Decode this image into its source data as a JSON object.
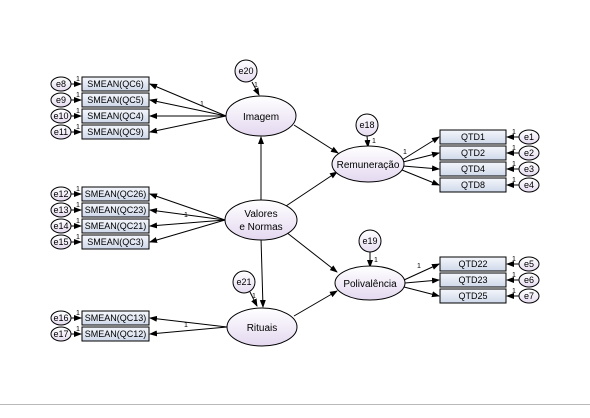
{
  "latent_variables": {
    "imagem": "Imagem",
    "valores_line1": "Valores",
    "valores_line2": "e Normas",
    "rituais": "Rituais",
    "remuneracao": "Remuneração",
    "polivalencia": "Polivalência"
  },
  "left_indicators": [
    {
      "label": "SMEAN(QC6)",
      "error": "e8",
      "weight": "1"
    },
    {
      "label": "SMEAN(QC5)",
      "error": "e9",
      "weight": "1"
    },
    {
      "label": "SMEAN(QC4)",
      "error": "e10",
      "weight": "1"
    },
    {
      "label": "SMEAN(QC9)",
      "error": "e11",
      "weight": "1"
    },
    {
      "label": "SMEAN(QC26)",
      "error": "e12",
      "weight": "1"
    },
    {
      "label": "SMEAN(QC23)",
      "error": "e13",
      "weight": "1"
    },
    {
      "label": "SMEAN(QC21)",
      "error": "e14",
      "weight": "1"
    },
    {
      "label": "SMEAN(QC3)",
      "error": "e15",
      "weight": "1"
    },
    {
      "label": "SMEAN(QC13)",
      "error": "e16",
      "weight": "1"
    },
    {
      "label": "SMEAN(QC12)",
      "error": "e17",
      "weight": "1"
    }
  ],
  "right_indicators": [
    {
      "label": "QTD1",
      "error": "e1",
      "weight": "1"
    },
    {
      "label": "QTD2",
      "error": "e2",
      "weight": "1"
    },
    {
      "label": "QTD4",
      "error": "e3",
      "weight": "1"
    },
    {
      "label": "QTD8",
      "error": "e4",
      "weight": "1"
    },
    {
      "label": "QTD22",
      "error": "e5",
      "weight": "1"
    },
    {
      "label": "QTD23",
      "error": "e6",
      "weight": "1"
    },
    {
      "label": "QTD25",
      "error": "e7",
      "weight": "1"
    }
  ],
  "disturbances": {
    "e20": "e20",
    "e21": "e21",
    "e18": "e18",
    "e19": "e19"
  },
  "path_weights": {
    "imagem_to_qc": "1",
    "valores_to_qc": "1",
    "rituais_to_qc": "1",
    "remuneracao_to_qtd": "1",
    "polivalencia_to_qtd": "1",
    "disturbance": "1"
  },
  "colors": {
    "latent_fill_light": "#ffffff",
    "latent_fill_dark": "#e4d8f0",
    "observed_fill_light": "#f4f6fb",
    "observed_fill_dark": "#cfd9ea",
    "stroke": "#000000"
  }
}
